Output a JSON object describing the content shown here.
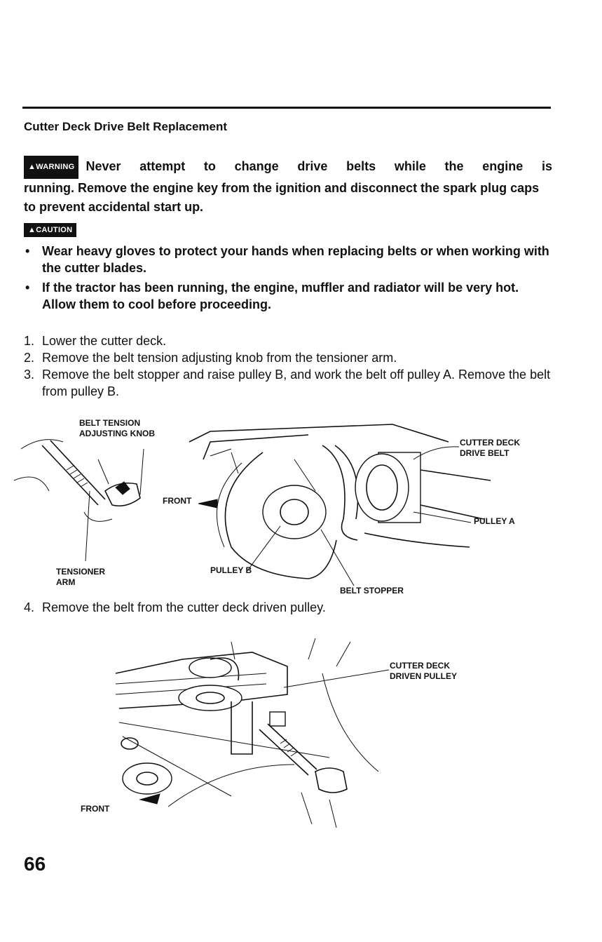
{
  "section_title": "Cutter Deck Drive Belt Replacement",
  "warning": {
    "badge": "WARNING",
    "text_line1": "Never attempt to change drive belts while the engine is",
    "text_rest": "running. Remove the engine key from the ignition and disconnect the spark plug caps to prevent accidental start up."
  },
  "caution": {
    "badge": "CAUTION",
    "items": [
      "Wear heavy gloves to protect your hands when replacing belts or when working with the cutter blades.",
      "If the tractor has been running, the engine, muffler and radiator will be very hot. Allow them to cool before proceeding."
    ]
  },
  "steps": [
    {
      "num": "1.",
      "text": "Lower the cutter deck."
    },
    {
      "num": "2.",
      "text": "Remove the belt tension adjusting knob from the tensioner arm."
    },
    {
      "num": "3.",
      "text": "Remove the belt stopper and raise pulley B, and work the belt off pulley A. Remove the belt from pulley B."
    }
  ],
  "figure1": {
    "labels": {
      "belt_tension_knob_1": "BELT TENSION",
      "belt_tension_knob_2": "ADJUSTING KNOB",
      "front": "FRONT",
      "cutter_deck_drive_belt_1": "CUTTER DECK",
      "cutter_deck_drive_belt_2": "DRIVE BELT",
      "pulley_a": "PULLEY A",
      "tensioner_arm_1": "TENSIONER",
      "tensioner_arm_2": "ARM",
      "pulley_b": "PULLEY B",
      "belt_stopper": "BELT STOPPER"
    }
  },
  "step4": {
    "num": "4.",
    "text": "Remove the belt from the cutter deck driven pulley."
  },
  "figure2": {
    "labels": {
      "cutter_deck_driven_pulley_1": "CUTTER DECK",
      "cutter_deck_driven_pulley_2": "DRIVEN PULLEY",
      "front": "FRONT"
    }
  },
  "page_number": "66"
}
